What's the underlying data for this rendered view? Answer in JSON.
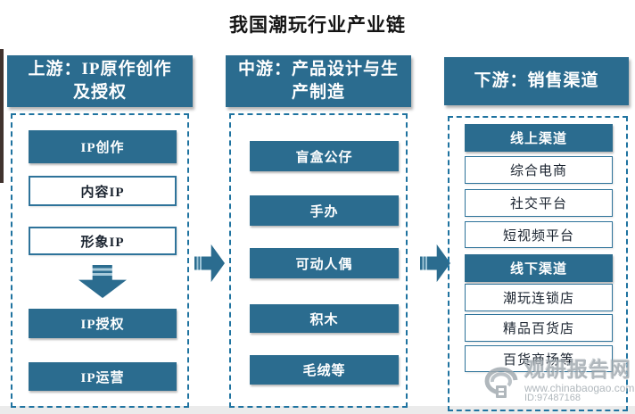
{
  "title": "我国潮玩行业产业链",
  "columns": [
    {
      "name": "upstream",
      "header": "上游：IP原作创作\n及授权",
      "items": [
        {
          "label": "IP创作",
          "variant": "filled"
        },
        {
          "label": "内容IP",
          "variant": "outline"
        },
        {
          "label": "形象IP",
          "variant": "outline"
        },
        {
          "label": "IP授权",
          "variant": "filled"
        },
        {
          "label": "IP运营",
          "variant": "filled"
        }
      ]
    },
    {
      "name": "midstream",
      "header": "中游：产品设计与生\n产制造",
      "items": [
        {
          "label": "盲盒公仔",
          "variant": "filled"
        },
        {
          "label": "手办",
          "variant": "filled"
        },
        {
          "label": "可动人偶",
          "variant": "filled"
        },
        {
          "label": "积木",
          "variant": "filled"
        },
        {
          "label": "毛绒等",
          "variant": "filled"
        }
      ]
    },
    {
      "name": "downstream",
      "header": "下游：销售渠道",
      "items": [
        {
          "label": "线上渠道",
          "variant": "filled"
        },
        {
          "label": "综合电商",
          "variant": "outline"
        },
        {
          "label": "社交平台",
          "variant": "outline"
        },
        {
          "label": "短视频平台",
          "variant": "outline"
        },
        {
          "label": "线下渠道",
          "variant": "filled"
        },
        {
          "label": "潮玩连锁店",
          "variant": "outline"
        },
        {
          "label": "精品百货店",
          "variant": "outline"
        },
        {
          "label": "百货商场等",
          "variant": "outline"
        }
      ]
    }
  ],
  "colors": {
    "primary_teal": "#2B6C8F",
    "dash_border": "#1F73A0",
    "dark_text": "#1B2430",
    "watermark_gray": "#9FA8AE"
  },
  "watermark": {
    "brand": "观研报告网",
    "url": "www.chinabaogao.com",
    "id": "ID:97487168"
  }
}
